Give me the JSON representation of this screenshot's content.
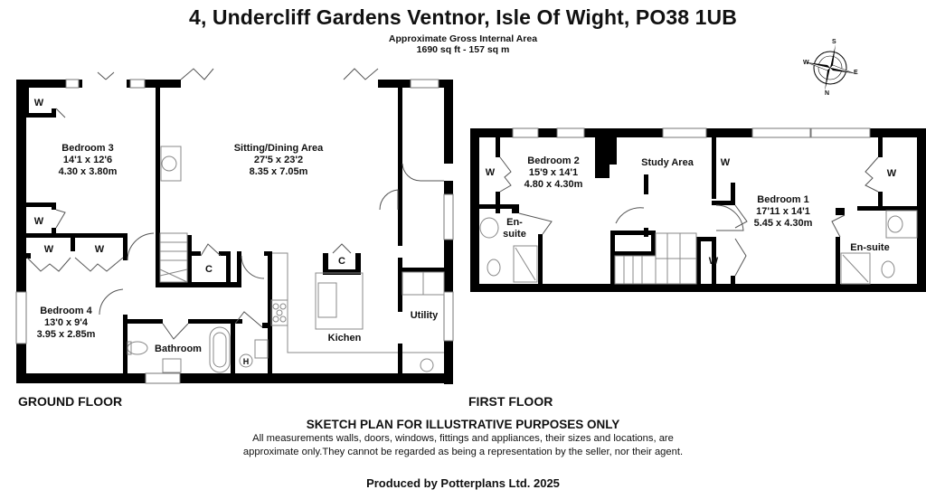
{
  "header": {
    "title": "4, Undercliff Gardens Ventnor, Isle Of Wight, PO38 1UB",
    "area_label": "Approximate Gross Internal Area",
    "area_value": "1690 sq ft - 157 sq m"
  },
  "compass": {
    "icon": "compass-rose-icon",
    "points": [
      "S",
      "E",
      "W",
      "N"
    ]
  },
  "ground_floor": {
    "label": "GROUND FLOOR",
    "rooms": [
      {
        "name": "Bedroom 3",
        "imperial": "14'1 x 12'6",
        "metric": "4.30 x 3.80m"
      },
      {
        "name": "Sitting/Dining Area",
        "imperial": "27'5 x 23'2",
        "metric": "8.35 x 7.05m"
      },
      {
        "name": "Bedroom 4",
        "imperial": "13'0 x 9'4",
        "metric": "3.95 x 2.85m"
      },
      {
        "name": "Bathroom"
      },
      {
        "name": "Kichen"
      },
      {
        "name": "Utility"
      }
    ],
    "markers": {
      "wardrobe": "W",
      "cupboard": "C",
      "heater": "H"
    }
  },
  "first_floor": {
    "label": "FIRST FLOOR",
    "rooms": [
      {
        "name": "Bedroom 2",
        "imperial": "15'9 x 14'1",
        "metric": "4.80 x 4.30m"
      },
      {
        "name": "Study Area"
      },
      {
        "name": "Bedroom 1",
        "imperial": "17'11 x 14'1",
        "metric": "5.45 x 4.30m"
      },
      {
        "name": "En-\nsuite"
      },
      {
        "name": "En-suite"
      }
    ],
    "ensuite_left_line1": "En-",
    "ensuite_left_line2": "suite",
    "markers": {
      "wardrobe": "W"
    }
  },
  "footer": {
    "heading": "SKETCH PLAN FOR ILLUSTRATIVE PURPOSES ONLY",
    "disclaimer": "All measurements walls, doors, windows, fittings and appliances, their sizes and locations, are approximate only.They cannot be regarded as being a representation by the seller, nor their agent.",
    "producer": "Produced by Potterplans Ltd. 2025"
  },
  "colors": {
    "wall": "#000000",
    "fixture": "#8a8a8a",
    "background": "#ffffff"
  }
}
